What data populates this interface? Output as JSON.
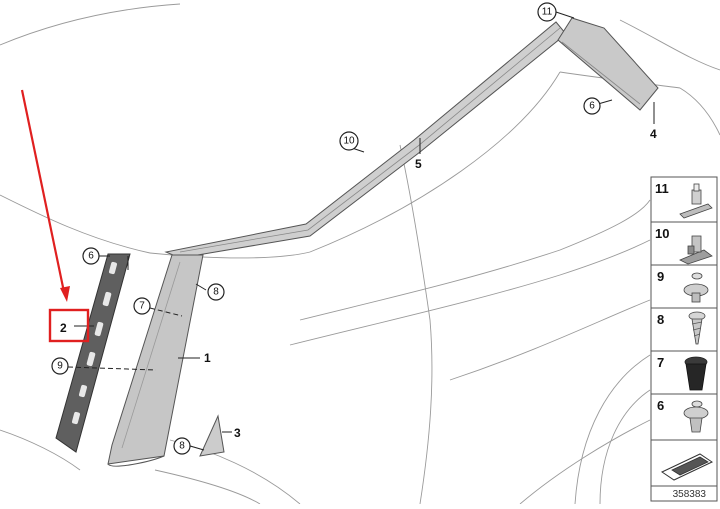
{
  "diagram": {
    "parts": {
      "p1": "1",
      "p2": "2",
      "p3": "3",
      "p4": "4",
      "p5": "5",
      "c6a": "6",
      "c6b": "6",
      "c7": "7",
      "c8a": "8",
      "c8b": "8",
      "c9": "9",
      "c10": "10",
      "c11": "11"
    },
    "legend": [
      "11",
      "10",
      "9",
      "8",
      "7",
      "6"
    ],
    "footer": "358383"
  },
  "colors": {
    "highlight": "#e02020",
    "trim_fill": "#c9c9c9",
    "trim_stroke": "#555555",
    "body_line": "#9a9a9a"
  }
}
